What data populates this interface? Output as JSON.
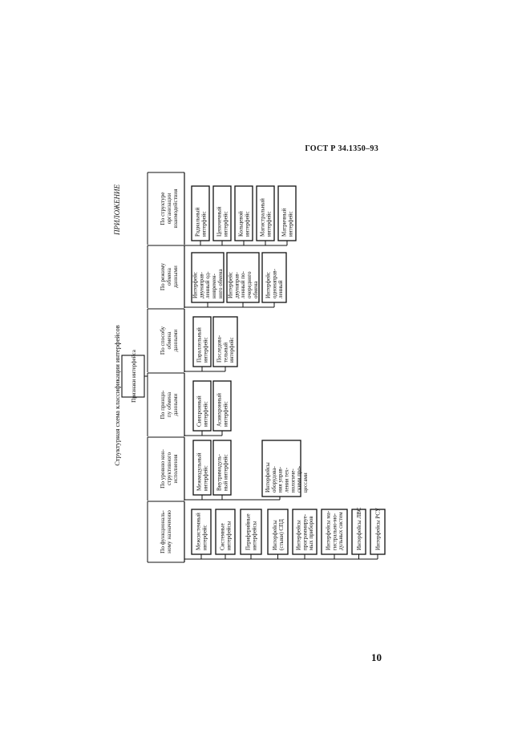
{
  "document": {
    "standard": "ГОСТ Р 34.1350–93",
    "page_number": "10"
  },
  "diagram": {
    "appendix_label": "ПРИЛОЖЕНИЕ",
    "title": "Структурная схема классификации интерфейсов",
    "root": [
      "Признаки интерфейса"
    ],
    "categories": [
      {
        "label": [
          "По функциональ-",
          "ному назначению"
        ],
        "items": [
          [
            "Межсистемный",
            "интерфейс"
          ],
          [
            "Системные",
            "интерфейсы"
          ],
          [
            "Периферийные",
            "интерфейсы"
          ],
          [
            "Интерфейсы",
            "(стыки) СПД"
          ],
          [
            "Интерфейсы",
            "программируе-",
            "мых приборов"
          ],
          [
            "Интерфейсы ма-",
            "гистрально-мо-",
            "дульных систем"
          ],
          [
            "Интерфейсы ЛВС"
          ],
          [
            "Интерфейсы РСУ"
          ]
        ],
        "extra": [
          "Интерфейсы",
          "оборудова-",
          "ния управ-",
          "ления тех-",
          "нологиче-",
          "скими про-",
          "цессами"
        ]
      },
      {
        "label": [
          "По уровню кон-",
          "структивного",
          "исполнения"
        ],
        "items": [
          [
            "Межмодульный",
            "интерфейс"
          ],
          [
            "Внутримодуль-",
            "ный интерфейс"
          ]
        ]
      },
      {
        "label": [
          "По принци-",
          "пу обмена",
          "данными"
        ],
        "items": [
          [
            "Синхронный",
            "интерфейс"
          ],
          [
            "Асинхронный",
            "интерфейс"
          ]
        ]
      },
      {
        "label": [
          "По способу",
          "обмена",
          "данными"
        ],
        "items": [
          [
            "Параллельный",
            "интерфейс"
          ],
          [
            "Последова-",
            "тельный",
            "интерфейс"
          ]
        ]
      },
      {
        "label": [
          "По режиму",
          "обмена",
          "данными"
        ],
        "items": [
          [
            "Интерфейс",
            "двунаправ-",
            "ленный од-",
            "новремен-",
            "ного обмена"
          ],
          [
            "Интерфейс",
            "двунаправ-",
            "ленный по-",
            "очередного",
            "обмена"
          ],
          [
            "Интерфейс",
            "однонаправ-",
            "ленный"
          ]
        ]
      },
      {
        "label": [
          "По структуре",
          "организации",
          "взаимодействия"
        ],
        "items": [
          [
            "Радиальный",
            "интерфейс"
          ],
          [
            "Цепочечный",
            "интерфейс"
          ],
          [
            "Кольцевой",
            "интерфейс"
          ],
          [
            "Магистральный",
            "интерфейс"
          ],
          [
            "Матричный",
            "интерфейс"
          ]
        ]
      }
    ]
  }
}
